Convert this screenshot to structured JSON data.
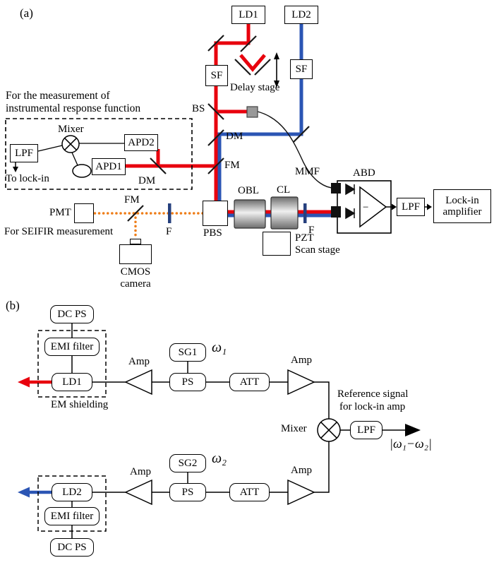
{
  "colors": {
    "beam_red": "#e8000d",
    "beam_blue": "#2b55b4",
    "beam_orange": "#ee7d18"
  },
  "panel_a": {
    "label": "(a)",
    "ld1": "LD1",
    "ld2": "LD2",
    "sf1": "SF",
    "sf2": "SF",
    "delay_stage": "Delay stage",
    "bs": "BS",
    "dm_main": "DM",
    "fm_main": "FM",
    "dm_irf": "DM",
    "fm_pmt": "FM",
    "mmf": "MMF",
    "irf_caption_line1": "For the measurement of",
    "irf_caption_line2": "instrumental response function",
    "mixer": "Mixer",
    "lpf_irf": "LPF",
    "apd2": "APD2",
    "apd1": "APD1",
    "to_lockin": "To lock-in",
    "pmt": "PMT",
    "seifir_caption": "For SEIFIR measurement",
    "f_left": "F",
    "pbs": "PBS",
    "obl": "OBL",
    "cl": "CL",
    "f_right": "F",
    "pzt_line1": "PZT",
    "pzt_line2": "Scan stage",
    "abd": "ABD",
    "abd_minus": "−",
    "lpf_out": "LPF",
    "lockin_line1": "Lock-in",
    "lockin_line2": "amplifier",
    "cmos_line1": "CMOS",
    "cmos_line2": "camera"
  },
  "panel_b": {
    "label": "(b)",
    "dcps_top": "DC PS",
    "emi_top": "EMI filter",
    "ld1": "LD1",
    "em_shielding": "EM shielding",
    "amp": "Amp",
    "sg1": "SG1",
    "omega1": "ω₁",
    "ps": "PS",
    "att": "ATT",
    "mixer": "Mixer",
    "lpf": "LPF",
    "ref_line1": "Reference signal",
    "ref_line2": "for lock-in amp",
    "omega_diff": "|ω₁−ω₂|",
    "sg2": "SG2",
    "omega2": "ω₂",
    "ld2": "LD2",
    "emi_bottom": "EMI filter",
    "dcps_bottom": "DC PS"
  }
}
